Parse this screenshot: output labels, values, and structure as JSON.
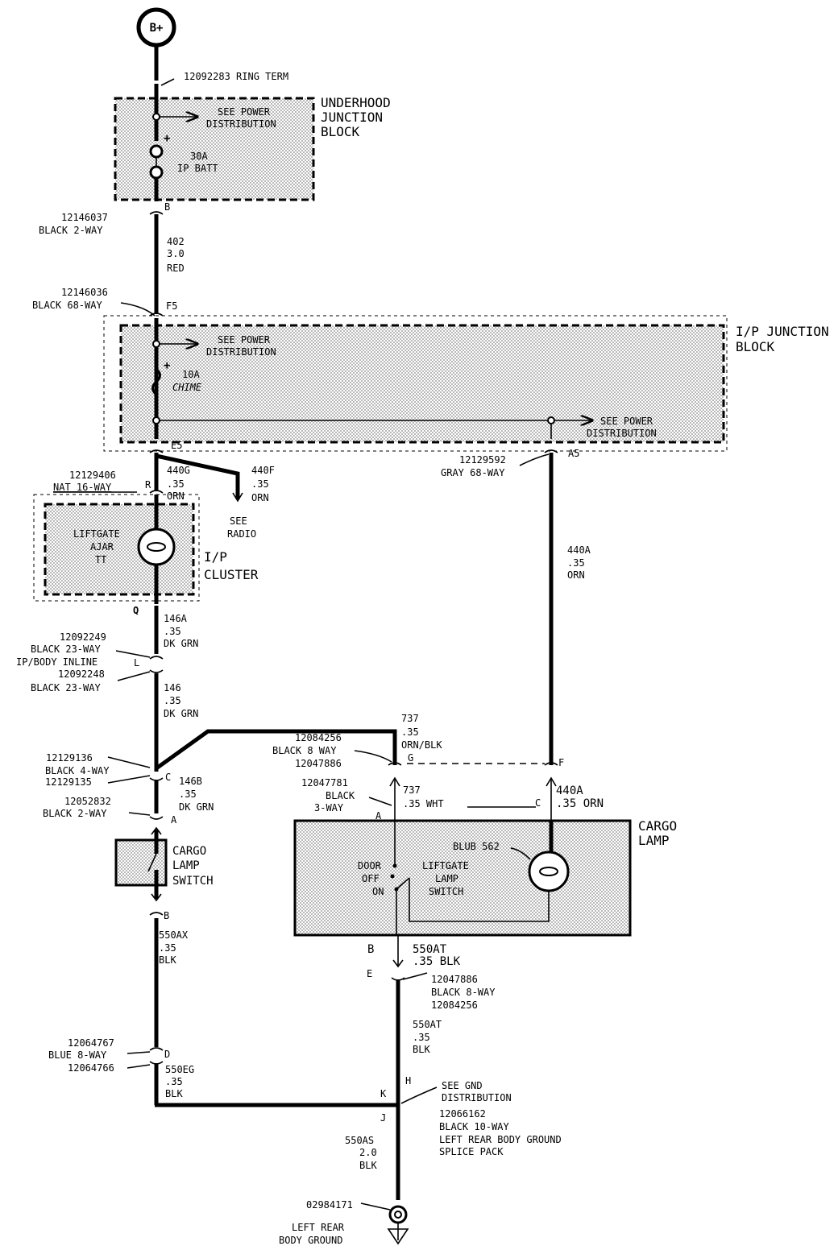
{
  "power_source": "B+",
  "ring_term": "12092283   RING TERM",
  "underhood_block": {
    "title": [
      "UNDERHOOD",
      "JUNCTION",
      "BLOCK"
    ],
    "see_power": [
      "SEE POWER",
      "DISTRIBUTION"
    ],
    "fuse": [
      "30A",
      "IP BATT"
    ],
    "pin": "B"
  },
  "conn1": [
    "12146037",
    "BLACK 2-WAY"
  ],
  "wire402": [
    "402",
    "3.0",
    "RED"
  ],
  "conn2": [
    "12146036",
    "BLACK 68-WAY"
  ],
  "ip_block": {
    "title": [
      "I/P JUNCTION",
      "BLOCK"
    ],
    "pin_in": "F5",
    "see_power_top": [
      "SEE POWER",
      "DISTRIBUTION"
    ],
    "fuse": [
      "10A",
      "CHIME"
    ],
    "see_power_right": [
      "SEE POWER",
      "DISTRIBUTION"
    ],
    "pin_out": "E5"
  },
  "wire440G": [
    "440G",
    ".35",
    "ORN"
  ],
  "wire440F": [
    "440F",
    ".35",
    "ORN"
  ],
  "see_radio": [
    "SEE",
    "RADIO"
  ],
  "conn3": [
    "12129406",
    "NAT 16-WAY"
  ],
  "pin_R": "R",
  "cluster": {
    "title": [
      "I/P",
      "CLUSTER"
    ],
    "lamp": [
      "LIFTGATE",
      "AJAR",
      "TT"
    ],
    "pin_out": "Q"
  },
  "conn_a5": [
    "12129592",
    "GRAY 68-WAY"
  ],
  "pin_A5": "A5",
  "wire440A": [
    "440A",
    ".35",
    "ORN"
  ],
  "wire146A": [
    "146A",
    ".35",
    "DK GRN"
  ],
  "inline": [
    "12092249",
    "BLACK 23-WAY",
    "IP/BODY INLINE",
    "12092248",
    "BLACK 23-WAY"
  ],
  "pin_L": "L",
  "wire146": [
    "146",
    ".35",
    "DK GRN"
  ],
  "wire737": [
    "737",
    ".35",
    "ORN/BLK"
  ],
  "conn_g": [
    "12084256",
    "BLACK 8 WAY",
    "12047886"
  ],
  "pin_G": "G",
  "pin_F": "F",
  "conn4way": [
    "12129136",
    "BLACK 4-WAY",
    "12129135"
  ],
  "pin_C": "C",
  "wire146B": [
    "146B",
    ".35",
    "DK GRN"
  ],
  "conn2way": [
    "12052832",
    "BLACK 2-WAY"
  ],
  "pin_A": "A",
  "conn3way": [
    "12047781",
    "BLACK",
    "3-WAY"
  ],
  "wire737b": [
    "737",
    ".35 WHT"
  ],
  "wire440Ab": [
    "440A",
    ".35 ORN"
  ],
  "pin_C2": "C",
  "pin_A2": "A",
  "cargo_lamp": {
    "title": [
      "CARGO",
      "LAMP"
    ],
    "bulb": "BLUB 562",
    "door": [
      "DOOR",
      "OFF",
      "ON"
    ],
    "switch": [
      "LIFTGATE",
      "LAMP",
      "SWITCH"
    ],
    "pin_B": "B"
  },
  "cargo_switch": [
    "CARGO",
    "LAMP",
    "SWITCH"
  ],
  "pin_B": "B",
  "wire550AX": [
    "550AX",
    ".35",
    "BLK"
  ],
  "wire550AT": [
    "550AT",
    ".35 BLK"
  ],
  "pin_E": "E",
  "conn_e": [
    "12047886",
    "BLACK 8-WAY",
    "12084256"
  ],
  "wire550AT2": [
    "550AT",
    ".35",
    "BLK"
  ],
  "conn_blue": [
    "12064767",
    "BLUE 8-WAY",
    "12064766"
  ],
  "pin_D": "D",
  "wire550EG": [
    "550EG",
    ".35",
    "BLK"
  ],
  "splice": {
    "pins": [
      "K",
      "H",
      "J"
    ],
    "see_gnd": [
      "SEE GND",
      "DISTRIBUTION"
    ],
    "label": [
      "12066162",
      "BLACK 10-WAY",
      "LEFT REAR BODY GROUND",
      "SPLICE PACK"
    ]
  },
  "wire550AS": [
    "550AS",
    "2.0",
    "BLK"
  ],
  "ground": {
    "part": "02984171",
    "label": [
      "LEFT REAR",
      "BODY GROUND"
    ]
  }
}
